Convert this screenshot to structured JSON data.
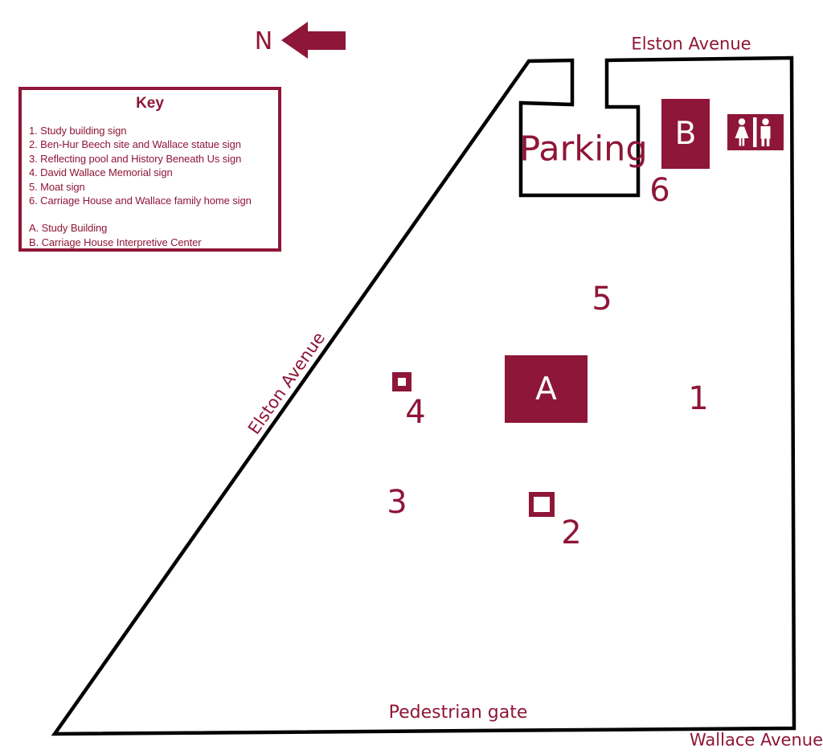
{
  "colors": {
    "maroon": "#8E1638",
    "boundary_line": "#000000",
    "background": "#FFFFFF"
  },
  "north": {
    "label": "N",
    "arrow_icon": "left-block-arrow"
  },
  "key": {
    "title": "Key",
    "sign_items": [
      "1. Study building sign",
      "2. Ben-Hur Beech site and Wallace statue sign",
      "3. Reflecting pool and History Beneath Us sign",
      "4. David Wallace Memorial sign",
      "5. Moat sign",
      "6. Carriage House and Wallace family home sign"
    ],
    "building_items": [
      "A. Study Building",
      "B. Carriage House Interpretive Center"
    ]
  },
  "map": {
    "streets": {
      "elston_avenue_top": "Elston Avenue",
      "elston_avenue_diagonal": "Elston Avenue",
      "wallace_avenue": "Wallace Avenue"
    },
    "pedestrian_gate_label": "Pedestrian gate",
    "parking_label": "Parking",
    "buildings": {
      "a": "A",
      "b": "B"
    },
    "markers": [
      "1",
      "2",
      "3",
      "4",
      "5",
      "6"
    ],
    "icons": {
      "restroom": "men-women-restroom-sign"
    }
  }
}
